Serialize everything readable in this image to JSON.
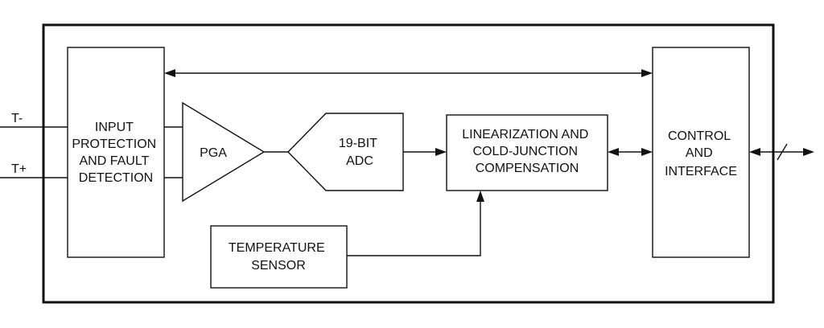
{
  "inputs": {
    "t_minus": "T-",
    "t_plus": "T+"
  },
  "blocks": {
    "input_protection": [
      "INPUT",
      "PROTECTION",
      "AND FAULT",
      "DETECTION"
    ],
    "pga": [
      "PGA"
    ],
    "adc": [
      "19-BIT",
      "ADC"
    ],
    "linearization": [
      "LINEARIZATION AND",
      "COLD-JUNCTION",
      "COMPENSATION"
    ],
    "control": [
      "CONTROL",
      "AND",
      "INTERFACE"
    ],
    "temperature_sensor": [
      "TEMPERATURE",
      "SENSOR"
    ]
  }
}
